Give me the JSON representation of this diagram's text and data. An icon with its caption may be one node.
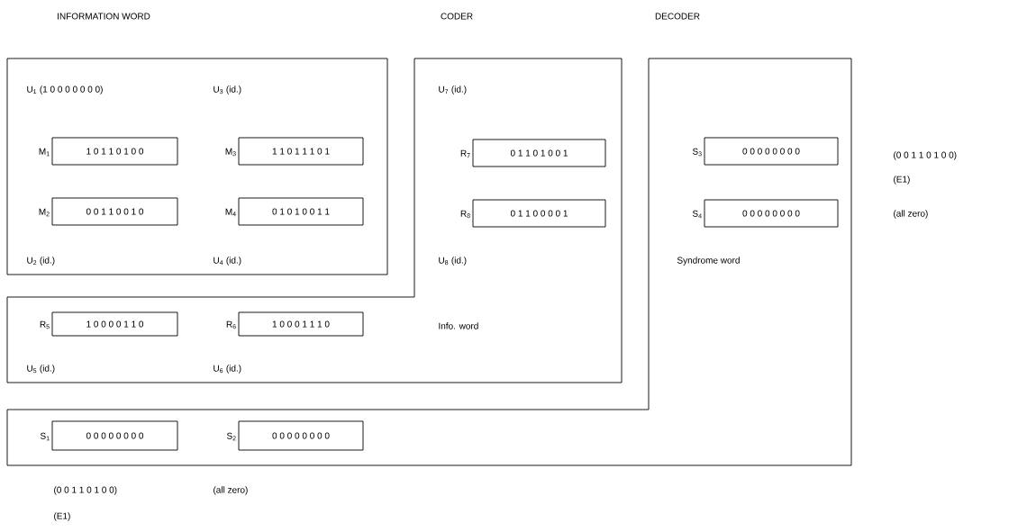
{
  "diagram": {
    "nodes": [
      {
        "text": [
          "U$_{1}$ (1 0 0 0 0 0 0 0)",
          "U$_{3}$ (id.)",
          "U$_{2}$ (id.)",
          "U$_{4}$ (id.)"
        ]
      },
      {
        "text": [
          "U$_{7}$ (id.)",
          "U$_{8}$ (id.)",
          "Info. word",
          "U$_{5}$ (id.)",
          "U$_{6}$ (id.)"
        ]
      },
      {
        "text": [
          "Syndrome word"
        ]
      },
      {
        "text": [
          "1 0 1 1 0 1 0 0"
        ],
        "beside": [
          "M$_{1}$"
        ],
        "in": 0
      },
      {
        "text": [
          "1 1 0 1 1 1 0 1"
        ],
        "beside": [
          "M$_{3}$"
        ],
        "in": 0
      },
      {
        "text": [
          "0 0 1 1 0 0 1 0"
        ],
        "beside": [
          "M$_{2}$"
        ],
        "in": 0
      },
      {
        "text": [
          "0 1 0 1 0 0 1 1"
        ],
        "beside": [
          "M$_{4}$"
        ],
        "in": 0
      },
      {
        "text": [
          "0 1 1 0 1 0 0 1"
        ],
        "beside": [
          "R$_{7}$"
        ],
        "in": 1
      },
      {
        "text": [
          "0 1 1 0 0 0 0 1"
        ],
        "beside": [
          "R$_{8}$"
        ],
        "in": 1
      },
      {
        "text": [
          "1 0 0 0 0 1 1 0"
        ],
        "beside": [
          "R$_{5}$"
        ],
        "in": 1
      },
      {
        "text": [
          "1 0 0 0 1 1 1 0"
        ],
        "beside": [
          "R$_{6}$"
        ],
        "in": 1
      },
      {
        "text": [
          "0 0 0 0 0 0 0 0"
        ],
        "beside": [
          "S$_{3}$"
        ],
        "in": 2
      },
      {
        "text": [
          "0 0 0 0 0 0 0 0"
        ],
        "beside": [
          "S$_{4}$"
        ],
        "in": 2
      },
      {
        "text": [
          "0 0 0 0 0 0 0 0"
        ],
        "beside": [
          "S$_{1}$"
        ],
        "in": 2
      },
      {
        "text": [
          "0 0 0 0 0 0 0 0"
        ],
        "beside": [
          "S$_{2}$"
        ],
        "in": 2
      }
    ],
    "labels": [
      "INFORMATION WORD",
      "CODER",
      "DECODER",
      "(0 0 1 1 0 1 0 0)",
      "(E1)",
      "(all zero)",
      "(0 0 1 1 0 1 0 0)",
      "(all zero)",
      "(E1)"
    ]
  }
}
